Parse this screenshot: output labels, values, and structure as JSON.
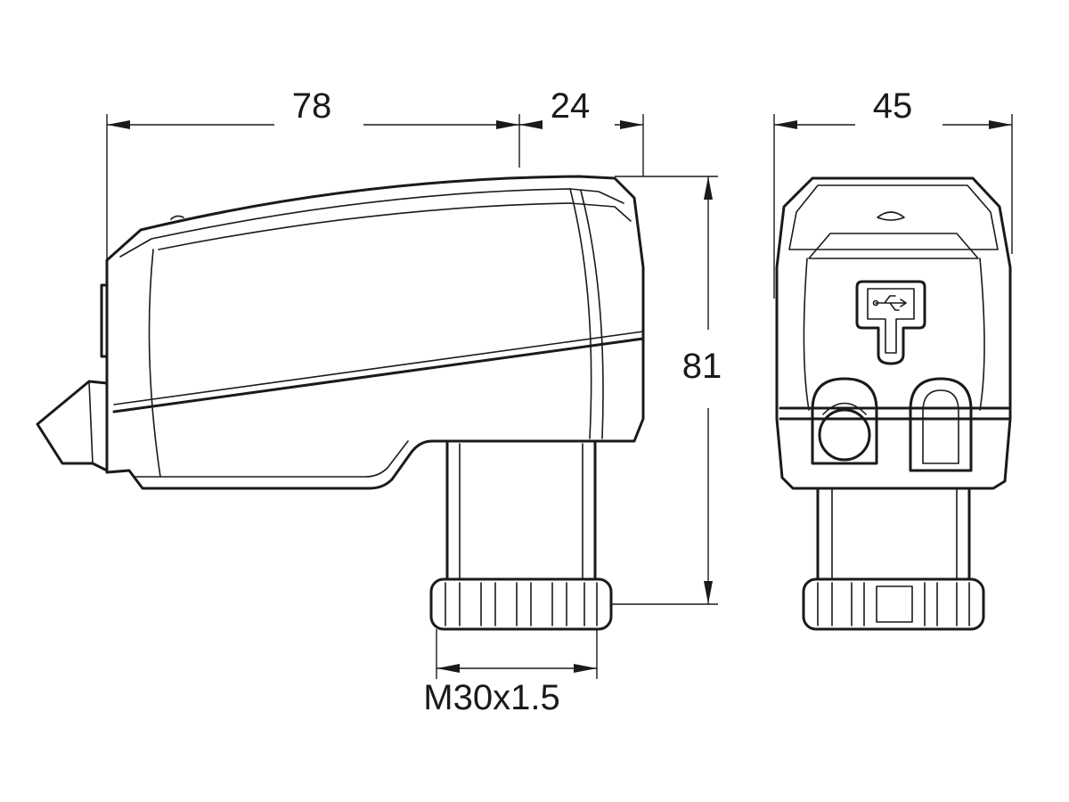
{
  "dimensions": {
    "length": "78",
    "overhang": "24",
    "width": "45",
    "height": "81",
    "thread": "M30x1.5"
  },
  "colors": {
    "line": "#1a1a1a",
    "background": "#ffffff"
  },
  "icons": {
    "port_symbol": "usb-icon"
  }
}
